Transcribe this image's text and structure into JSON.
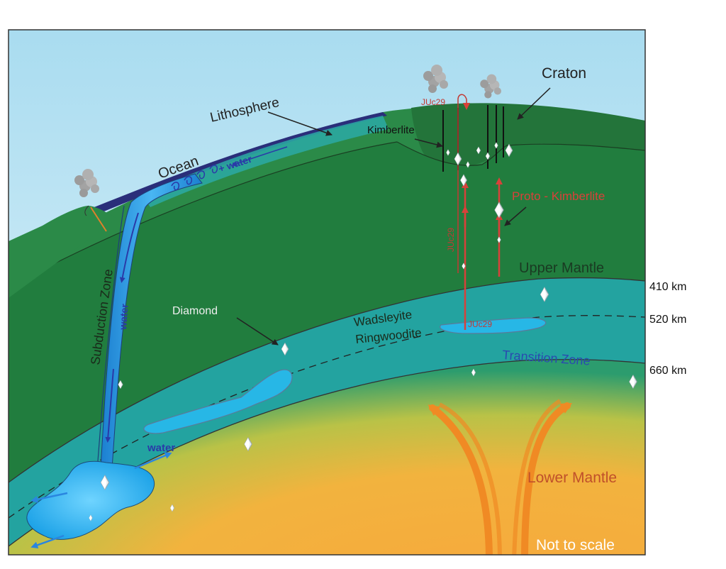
{
  "labels": {
    "lithosphere": "Lithosphere",
    "ocean": "Ocean",
    "plus_water": "+ water",
    "craton": "Craton",
    "kimberlite": "Kimberlite",
    "juc29_top": "JUc29",
    "juc29_vertical": "JUc29",
    "juc29_mid": "JUc29",
    "proto_kimberlite": "Proto - Kimberlite",
    "upper_mantle": "Upper Mantle",
    "subduction_zone": "Subduction Zone",
    "water_slab": "water",
    "water_lower": "water",
    "diamond": "Diamond",
    "wadsleyite": "Wadsleyite",
    "ringwoodite": "Ringwoodite",
    "transition_zone": "Transition Zone",
    "lower_mantle": "Lower Mantle",
    "not_to_scale": "Not to scale",
    "depth_410": "410 km",
    "depth_520": "520 km",
    "depth_660": "660 km"
  },
  "colors": {
    "sky": "#cfeaf5",
    "lithosphere_green": "#2a8a47",
    "upper_mantle_green": "#1f7d3d",
    "transition_teal": "#22a3a0",
    "lower_mantle_orange": "#f6a93a",
    "slab_blue": "#2fa6e6",
    "ocean_navy": "#2a2e7a",
    "magma_red": "#d8413a",
    "plume_orange": "#f08a24"
  }
}
